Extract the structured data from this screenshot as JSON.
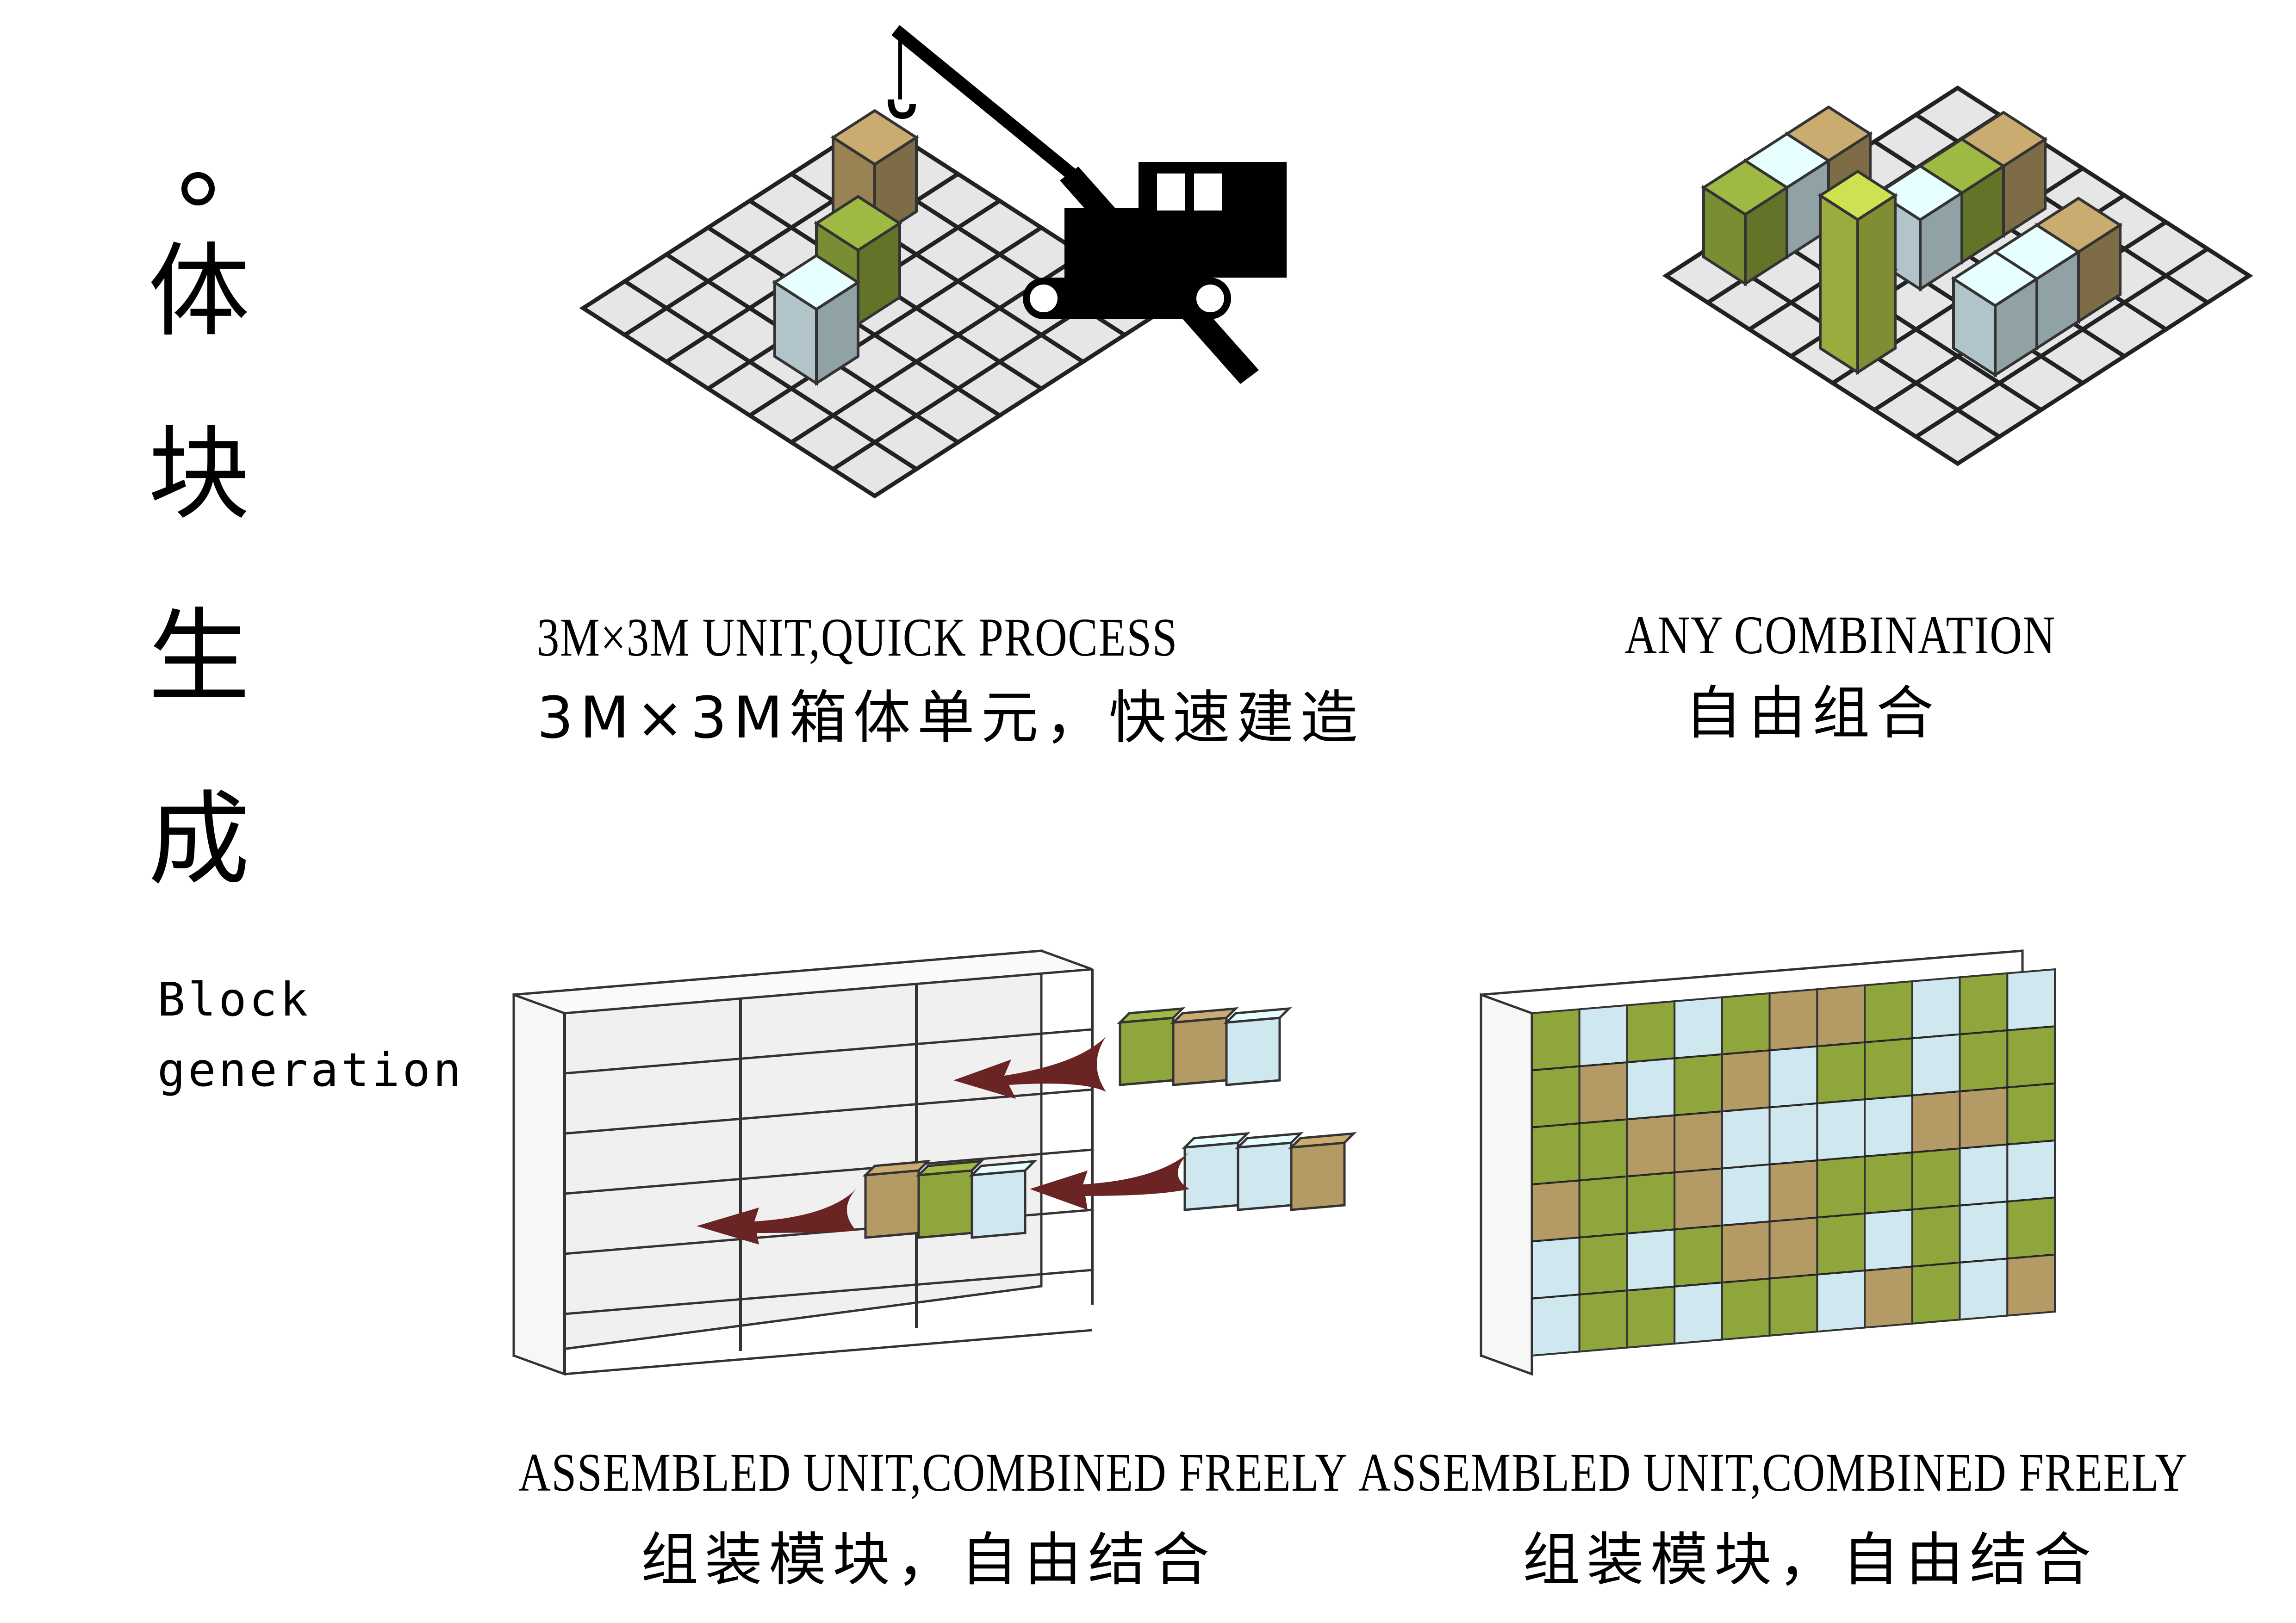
{
  "title": {
    "chars": [
      "体",
      "块",
      "生",
      "成"
    ],
    "subtitle_lines": [
      "Block",
      "generation"
    ]
  },
  "panels": [
    {
      "caption_en": "3M×3M UNIT,QUICK PROCESS",
      "caption_zh": "3M×3M箱体单元，快速建造"
    },
    {
      "caption_en": "ANY COMBINATION",
      "caption_zh": "自由组合"
    },
    {
      "caption_en": "ASSEMBLED UNIT,COMBINED FREELY",
      "caption_zh": "组装模块，自由结合"
    },
    {
      "caption_en": "ASSEMBLED UNIT,COMBINED FREELY",
      "caption_zh": "组装模块，自由结合"
    }
  ],
  "colors": {
    "grid_fill": "#e6e6e6",
    "grid_line": "#222222",
    "module_tan": "#b49a64",
    "module_green": "#8ea63b",
    "module_lightblue": "#cfe7ee",
    "module_lime": "#b8c948",
    "arrow": "#6b2424",
    "frame_fill": "#f0f0f0"
  }
}
